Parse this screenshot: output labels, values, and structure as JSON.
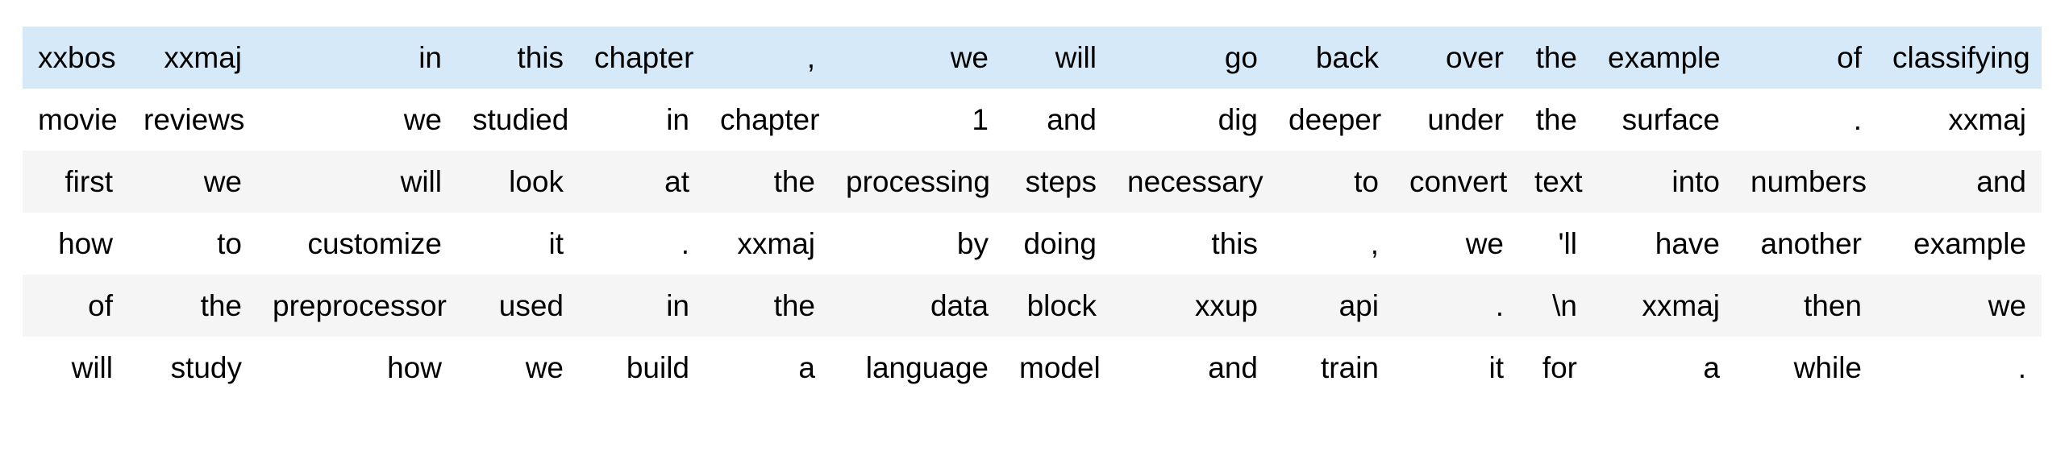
{
  "colors": {
    "highlight_row_bg": "#d6e9f8",
    "stripe_row_bg": "#f5f5f5",
    "row_bg": "#ffffff",
    "text": "#000000"
  },
  "table": {
    "rows": [
      {
        "highlighted": true,
        "tokens": [
          "xxbos",
          "xxmaj",
          "in",
          "this",
          "chapter",
          ",",
          "we",
          "will",
          "go",
          "back",
          "over",
          "the",
          "example",
          "of",
          "classifying"
        ]
      },
      {
        "highlighted": false,
        "tokens": [
          "movie",
          "reviews",
          "we",
          "studied",
          "in",
          "chapter",
          "1",
          "and",
          "dig",
          "deeper",
          "under",
          "the",
          "surface",
          ".",
          "xxmaj"
        ]
      },
      {
        "highlighted": false,
        "tokens": [
          "first",
          "we",
          "will",
          "look",
          "at",
          "the",
          "processing",
          "steps",
          "necessary",
          "to",
          "convert",
          "text",
          "into",
          "numbers",
          "and"
        ]
      },
      {
        "highlighted": false,
        "tokens": [
          "how",
          "to",
          "customize",
          "it",
          ".",
          "xxmaj",
          "by",
          "doing",
          "this",
          ",",
          "we",
          "'ll",
          "have",
          "another",
          "example"
        ]
      },
      {
        "highlighted": false,
        "tokens": [
          "of",
          "the",
          "preprocessor",
          "used",
          "in",
          "the",
          "data",
          "block",
          "xxup",
          "api",
          ".",
          "\\n",
          "xxmaj",
          "then",
          "we"
        ]
      },
      {
        "highlighted": false,
        "tokens": [
          "will",
          "study",
          "how",
          "we",
          "build",
          "a",
          "language",
          "model",
          "and",
          "train",
          "it",
          "for",
          "a",
          "while",
          "."
        ]
      }
    ]
  }
}
